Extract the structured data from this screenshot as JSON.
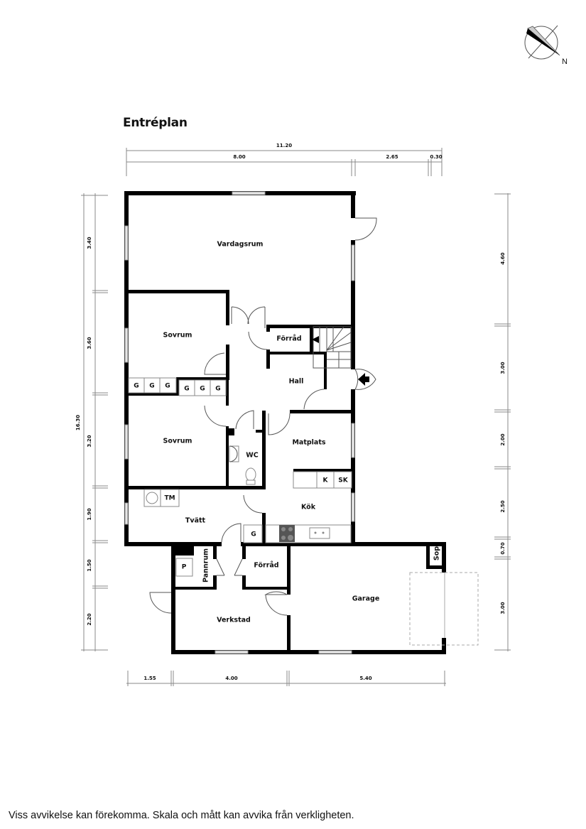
{
  "floor_title": "Entréplan",
  "compass": {
    "label": "N"
  },
  "disclaimer": "Viss avvikelse kan förekomma. Skala och mått kan avvika från verkligheten.",
  "rooms": {
    "vardagsrum": "Vardagsrum",
    "sovrum_1": "Sovrum",
    "sovrum_2": "Sovrum",
    "forrad_1": "Förråd",
    "hall": "Hall",
    "wc": "WC",
    "matplats": "Matplats",
    "kok": "Kök",
    "tvatt": "Tvätt",
    "pannrum": "Pannrum",
    "forrad_2": "Förråd",
    "verkstad": "Verkstad",
    "garage": "Garage",
    "sop": "Sop"
  },
  "fixtures": {
    "wardrobe": "G",
    "fridge": "K",
    "freezer": "SK",
    "washing_machine": "TM",
    "boiler": "P",
    "kitchen_cabinet": "G"
  },
  "dimensions": {
    "top_total": "11.20",
    "top": [
      "8.00",
      "2.65",
      "0.30"
    ],
    "left_total": "16.30",
    "left": [
      "3.40",
      "3.60",
      "3.20",
      "1.90",
      "1.50",
      "2.20"
    ],
    "right": [
      "4.60",
      "3.00",
      "2.00",
      "2.50",
      "0.70",
      "3.00"
    ],
    "bottom": [
      "1.55",
      "4.00",
      "5.40"
    ]
  }
}
